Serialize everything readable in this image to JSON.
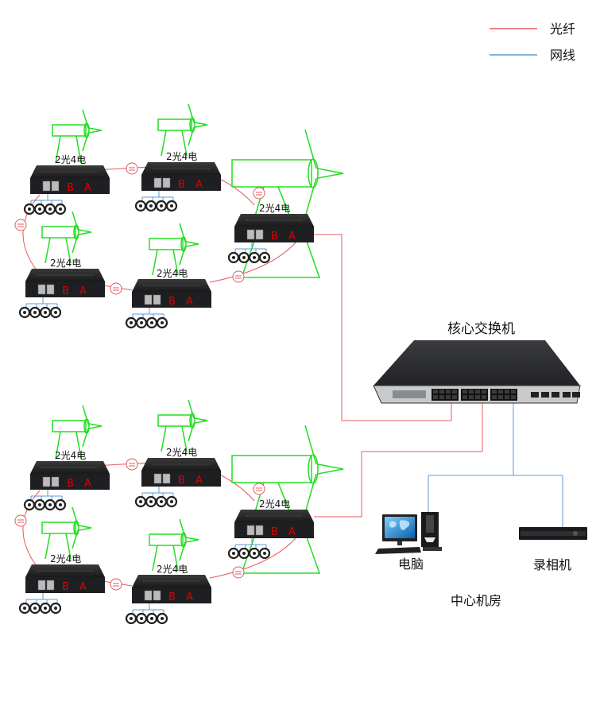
{
  "legend": {
    "items": [
      {
        "label": "光纤",
        "color": "#e8585c",
        "meaning": "fiber"
      },
      {
        "label": "网线",
        "color": "#5b9bd5",
        "meaning": "network-cable"
      }
    ]
  },
  "colors": {
    "fiber": "#e8585c",
    "cable": "#5b9bd5",
    "bridge": "#22dd22",
    "port_letter": "#e00000",
    "device_body": "#1e1f22"
  },
  "transceiver_label": "2光4电",
  "port_labels": {
    "b": "B",
    "a": "A"
  },
  "cameras_per_transceiver": 4,
  "groups": [
    {
      "name": "top-group",
      "transceivers": 5
    },
    {
      "name": "bottom-group",
      "transceivers": 5
    }
  ],
  "core_switch": {
    "label": "核心交换机"
  },
  "computer": {
    "label": "电脑"
  },
  "recorder": {
    "label": "录相机"
  },
  "center_room": {
    "label": "中心机房"
  }
}
